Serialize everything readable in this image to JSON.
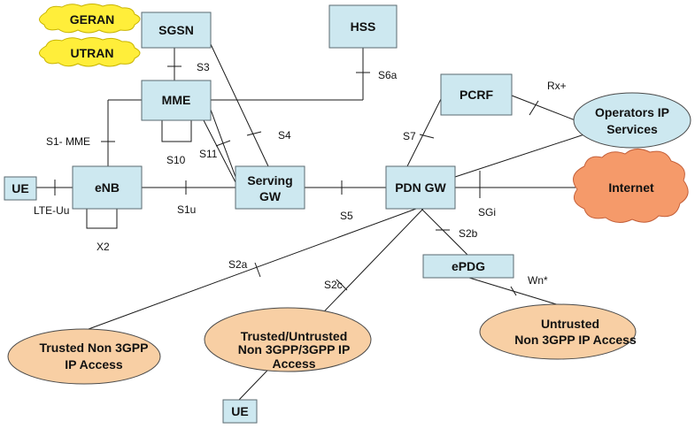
{
  "nodes": {
    "geran": "GERAN",
    "utran": "UTRAN",
    "sgsn": "SGSN",
    "hss": "HSS",
    "mme": "MME",
    "pcrf": "PCRF",
    "operators_ip_line1": "Operators IP",
    "operators_ip_line2": "Services",
    "ue_left": "UE",
    "enb": "eNB",
    "serving_gw_line1": "Serving",
    "serving_gw_line2": "GW",
    "pdn_gw": "PDN GW",
    "internet": "Internet",
    "epdg": "ePDG",
    "trusted_non3gpp_line1": "Trusted Non 3GPP",
    "trusted_non3gpp_line2": "IP Access",
    "trusted_untrusted_line1": "Trusted/Untrusted",
    "trusted_untrusted_line2": "Non 3GPP/3GPP IP",
    "trusted_untrusted_line3": "Access",
    "untrusted_line1": "Untrusted",
    "untrusted_line2": "Non 3GPP IP Access",
    "ue_bottom": "UE"
  },
  "interfaces": {
    "s3": "S3",
    "s6a": "S6a",
    "rx_plus": "Rx+",
    "s1_mme": "S1- MME",
    "s4": "S4",
    "s7": "S7",
    "s10": "S10",
    "s11": "S11",
    "lte_uu": "LTE-Uu",
    "s1u": "S1u",
    "s5": "S5",
    "sgi": "SGi",
    "x2": "X2",
    "s2b": "S2b",
    "s2a": "S2a",
    "s2c": "S2c",
    "wn": "Wn*"
  },
  "colors": {
    "node_fill": "#cde8f0",
    "cloud_yellow": "#ffee3a",
    "cloud_orange": "#f59a6a",
    "ellipse_orange": "#f8cfa4"
  }
}
